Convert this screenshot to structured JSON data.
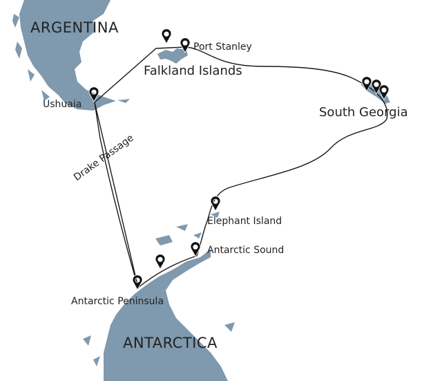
{
  "colors": {
    "land": "#7f99ae",
    "route": "#1a1a1a",
    "pin": "#111111",
    "sea": "#ffffff"
  },
  "labels": {
    "argentina": "ARGENTINA",
    "antarctica": "ANTARCTICA",
    "falklands": "Falkland Islands",
    "south_georgia": "South Georgia",
    "port_stanley": "Port Stanley",
    "ushuaia": "Ushuaia",
    "drake_passage": "Drake Passage",
    "elephant_island": "Elephant Island",
    "antarctic_sound": "Antarctic Sound",
    "antarctic_peninsula": "Antarctic Peninsula"
  },
  "pins": [
    "falklands-west",
    "port-stanley",
    "ushuaia",
    "south-georgia-1",
    "south-georgia-2",
    "south-georgia-3",
    "elephant-island",
    "antarctic-sound",
    "peninsula-north",
    "antarctic-peninsula"
  ],
  "icons": {
    "pin": "map-pin-icon"
  }
}
